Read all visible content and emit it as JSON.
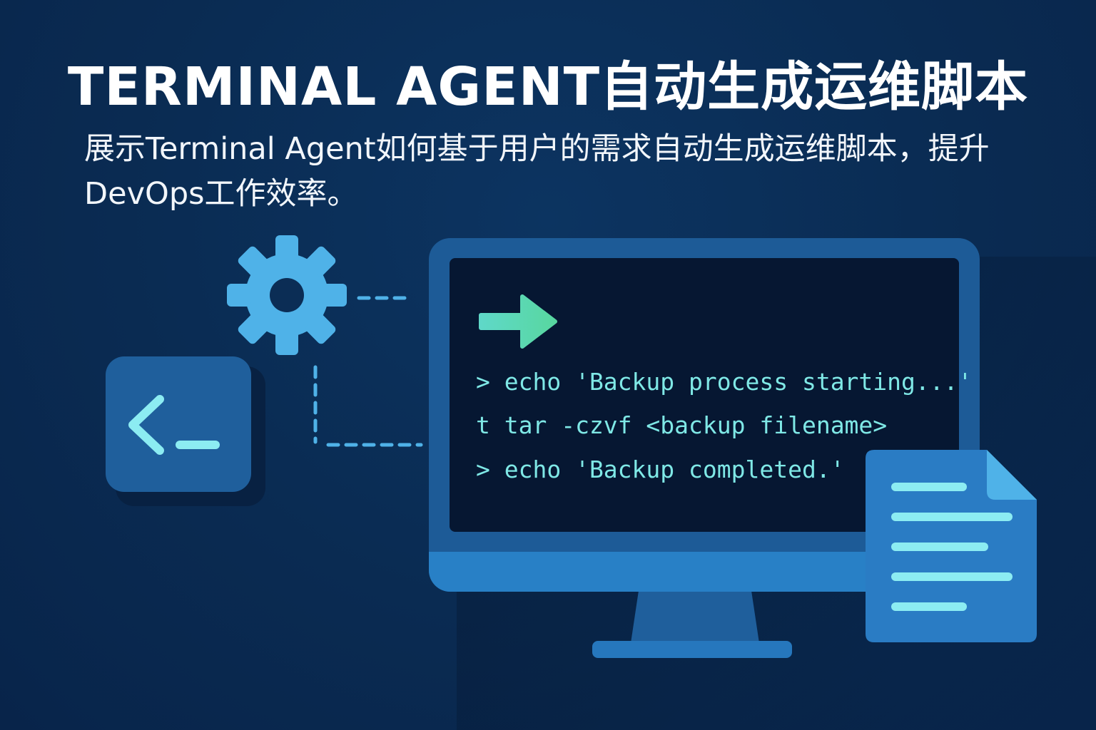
{
  "header": {
    "title": "TERMINAL AGENT自动生成运维脚本",
    "subtitle": "展示Terminal Agent如何基于用户的需求自动生成运维脚本，提升DevOps工作效率。"
  },
  "terminal": {
    "lines": [
      "> echo 'Backup process starting...'",
      "t tar -czvf <backup filename>",
      "> echo 'Backup completed.'"
    ]
  },
  "icons": {
    "gear": "gear-icon",
    "terminal_tile": "terminal-prompt-icon",
    "arrow": "arrow-right-icon",
    "document": "document-icon"
  },
  "colors": {
    "background": "#0a2b52",
    "accent_light_blue": "#4fb2e8",
    "terminal_text": "#7fe8e6",
    "arrow_start": "#5fd8c8",
    "arrow_end": "#58d7a0",
    "monitor": "#1d5b97"
  }
}
